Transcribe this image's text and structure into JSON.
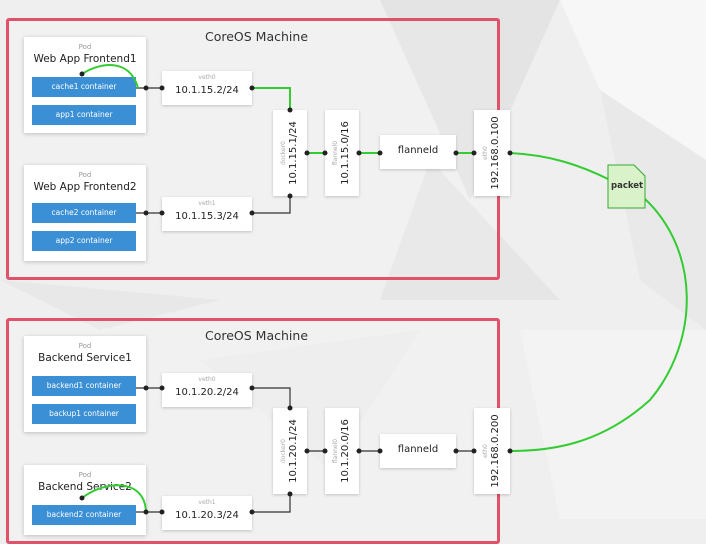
{
  "machines": [
    {
      "title": "CoreOS Machine",
      "pods": [
        {
          "label": "Pod",
          "name": "Web App Frontend1",
          "containers": [
            "cache1 container",
            "app1 container"
          ]
        },
        {
          "label": "Pod",
          "name": "Web App Frontend2",
          "containers": [
            "cache2 container",
            "app2 container"
          ]
        }
      ],
      "veths": [
        {
          "label": "veth0",
          "ip": "10.1.15.2/24"
        },
        {
          "label": "veth1",
          "ip": "10.1.15.3/24"
        }
      ],
      "docker": {
        "label": "docker0",
        "ip": "10.1.15.1/24"
      },
      "flannel_if": {
        "label": "flannel0",
        "ip": "10.1.15.0/16"
      },
      "flanneld": "flanneld",
      "eth": {
        "label": "eth0",
        "ip": "192.168.0.100"
      }
    },
    {
      "title": "CoreOS Machine",
      "pods": [
        {
          "label": "Pod",
          "name": "Backend Service1",
          "containers": [
            "backend1 container",
            "backup1 container"
          ]
        },
        {
          "label": "Pod",
          "name": "Backend Service2",
          "containers": [
            "backend2 container"
          ]
        }
      ],
      "veths": [
        {
          "label": "veth0",
          "ip": "10.1.20.2/24"
        },
        {
          "label": "veth1",
          "ip": "10.1.20.3/24"
        }
      ],
      "docker": {
        "label": "docker0",
        "ip": "10.1.20.1/24"
      },
      "flannel_if": {
        "label": "flannel0",
        "ip": "10.1.20.0/16"
      },
      "flanneld": "flanneld",
      "eth": {
        "label": "eth0",
        "ip": "192.168.0.200"
      }
    }
  ],
  "packet": "packet",
  "colors": {
    "machine_border": "#e0526a",
    "container": "#3b8fd4",
    "highlight_wire": "#33cc33",
    "wire": "#333333",
    "packet_fill": "#d9f2c9"
  }
}
